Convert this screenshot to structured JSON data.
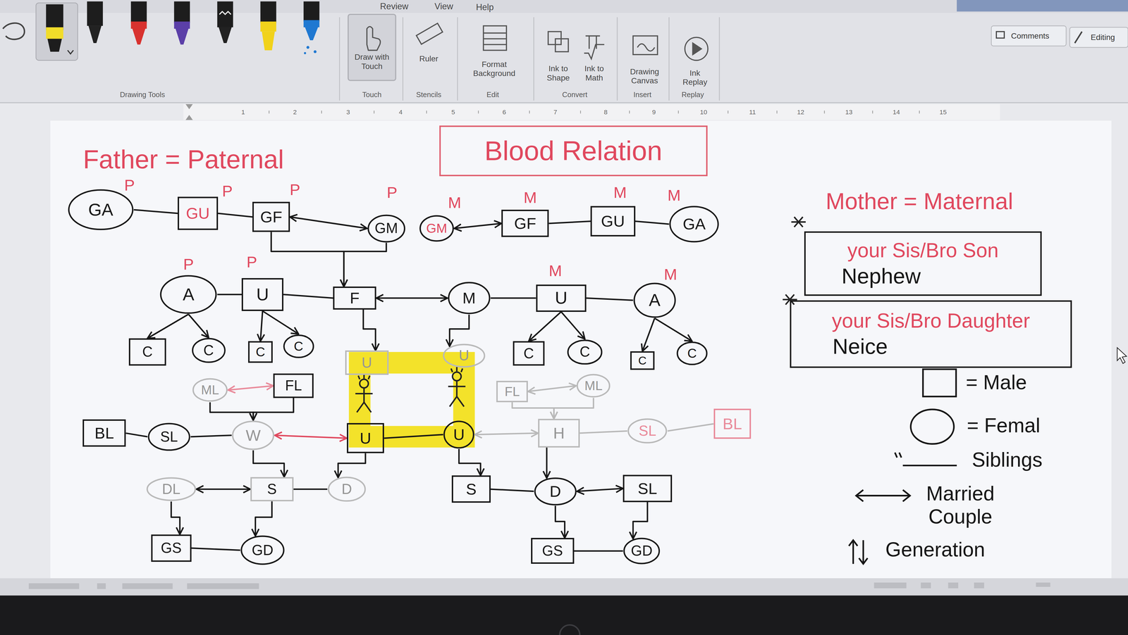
{
  "diagram": {
    "title": "Blood Relation",
    "nodes": [
      {
        "text": [
          "GA"
        ]
      },
      {
        "text": [
          "GU"
        ]
      },
      {
        "text": [
          "GF"
        ]
      },
      {
        "text": [
          "GM"
        ]
      },
      {
        "text": [
          "GM"
        ]
      },
      {
        "text": [
          "GF"
        ]
      },
      {
        "text": [
          "GU"
        ]
      },
      {
        "text": [
          "GA"
        ]
      },
      {
        "text": [
          "A"
        ]
      },
      {
        "text": [
          "U"
        ]
      },
      {
        "text": [
          "F"
        ]
      },
      {
        "text": [
          "M"
        ]
      },
      {
        "text": [
          "U"
        ]
      },
      {
        "text": [
          "A"
        ]
      },
      {
        "text": [
          "C"
        ]
      },
      {
        "text": [
          "C"
        ]
      },
      {
        "text": [
          "C"
        ]
      },
      {
        "text": [
          "C"
        ]
      },
      {
        "text": [
          "C"
        ]
      },
      {
        "text": [
          "C"
        ]
      },
      {
        "text": [
          "C"
        ]
      },
      {
        "text": [
          "C"
        ]
      },
      {
        "text": [
          "U"
        ]
      },
      {
        "text": [
          "U"
        ]
      },
      {
        "text": [
          "ML"
        ]
      },
      {
        "text": [
          "FL"
        ]
      },
      {
        "text": [
          "BL"
        ]
      },
      {
        "text": [
          "SL"
        ]
      },
      {
        "text": [
          "W"
        ]
      },
      {
        "text": [
          "U"
        ]
      },
      {
        "text": [
          "U"
        ]
      },
      {
        "text": [
          "FL"
        ]
      },
      {
        "text": [
          "ML"
        ]
      },
      {
        "text": [
          "H"
        ]
      },
      {
        "text": [
          "SL"
        ]
      },
      {
        "text": [
          "BL"
        ]
      },
      {
        "text": [
          "DL"
        ]
      },
      {
        "text": [
          "S"
        ]
      },
      {
        "text": [
          "D"
        ]
      },
      {
        "text": [
          "S"
        ]
      },
      {
        "text": [
          "D"
        ]
      },
      {
        "text": [
          "SL"
        ]
      },
      {
        "text": [
          "GS"
        ]
      },
      {
        "text": [
          "GD"
        ]
      },
      {
        "text": [
          "GS"
        ]
      },
      {
        "text": [
          "GD"
        ]
      },
      {
        "text": [
          "your Sis/Bro Son",
          "Nephew"
        ]
      },
      {
        "text": [
          "your Sis/Bro Daughter",
          "Neice"
        ]
      }
    ],
    "edges": [
      {
        "from": 0,
        "to": 1,
        "arrow": "none"
      },
      {
        "from": 1,
        "to": 2,
        "arrow": "none"
      },
      {
        "from": 2,
        "to": 3,
        "arrow": "both"
      },
      {
        "from": 4,
        "to": 5,
        "arrow": "both"
      },
      {
        "from": 5,
        "to": 6,
        "arrow": "none"
      },
      {
        "from": 6,
        "to": 7,
        "arrow": "none"
      },
      {
        "from": 2,
        "to": 10,
        "arrow": "to"
      },
      {
        "from": 3,
        "to": 10,
        "arrow": "to"
      },
      {
        "from": 8,
        "to": 9,
        "arrow": "none"
      },
      {
        "from": 9,
        "to": 10,
        "arrow": "none"
      },
      {
        "from": 10,
        "to": 11,
        "arrow": "both"
      },
      {
        "from": 11,
        "to": 12,
        "arrow": "none"
      },
      {
        "from": 12,
        "to": 13,
        "arrow": "none"
      },
      {
        "from": 8,
        "to": 14,
        "arrow": "to"
      },
      {
        "from": 8,
        "to": 15,
        "arrow": "to"
      },
      {
        "from": 9,
        "to": 16,
        "arrow": "to"
      },
      {
        "from": 9,
        "to": 17,
        "arrow": "to"
      },
      {
        "from": 12,
        "to": 18,
        "arrow": "to"
      },
      {
        "from": 12,
        "to": 19,
        "arrow": "to"
      },
      {
        "from": 13,
        "to": 20,
        "arrow": "to"
      },
      {
        "from": 13,
        "to": 21,
        "arrow": "to"
      },
      {
        "from": 10,
        "to": 22,
        "arrow": "to"
      },
      {
        "from": 11,
        "to": 23,
        "arrow": "to"
      },
      {
        "from": 24,
        "to": 25,
        "arrow": "both"
      },
      {
        "from": 24,
        "to": 28,
        "arrow": "to"
      },
      {
        "from": 25,
        "to": 28,
        "arrow": "to"
      },
      {
        "from": 26,
        "to": 27,
        "arrow": "none"
      },
      {
        "from": 27,
        "to": 28,
        "arrow": "none"
      },
      {
        "from": 28,
        "to": 29,
        "arrow": "both"
      },
      {
        "from": 29,
        "to": 30,
        "arrow": "none"
      },
      {
        "from": 31,
        "to": 32,
        "arrow": "both"
      },
      {
        "from": 31,
        "to": 33,
        "arrow": "to"
      },
      {
        "from": 32,
        "to": 33,
        "arrow": "to"
      },
      {
        "from": 30,
        "to": 33,
        "arrow": "both"
      },
      {
        "from": 33,
        "to": 34,
        "arrow": "none"
      },
      {
        "from": 34,
        "to": 35,
        "arrow": "none"
      },
      {
        "from": 28,
        "to": 37,
        "arrow": "to"
      },
      {
        "from": 29,
        "to": 38,
        "arrow": "to"
      },
      {
        "from": 37,
        "to": 38,
        "arrow": "none"
      },
      {
        "from": 36,
        "to": 37,
        "arrow": "both"
      },
      {
        "from": 30,
        "to": 39,
        "arrow": "to"
      },
      {
        "from": 33,
        "to": 40,
        "arrow": "to"
      },
      {
        "from": 39,
        "to": 40,
        "arrow": "none"
      },
      {
        "from": 40,
        "to": 41,
        "arrow": "both"
      },
      {
        "from": 36,
        "to": 42,
        "arrow": "to"
      },
      {
        "from": 37,
        "to": 43,
        "arrow": "to"
      },
      {
        "from": 42,
        "to": 43,
        "arrow": "none"
      },
      {
        "from": 40,
        "to": 44,
        "arrow": "to"
      },
      {
        "from": 41,
        "to": 45,
        "arrow": "to"
      },
      {
        "from": 44,
        "to": 45,
        "arrow": "none"
      }
    ],
    "labels": [
      "Review",
      "View",
      "Help",
      "Draw with Touch",
      "Ruler",
      "Format Background",
      "Ink to Shape",
      "Ink to Math",
      "Drawing Canvas",
      "Ink Replay",
      "Drawing Tools",
      "Touch",
      "Stencils",
      "Edit",
      "Convert",
      "Insert",
      "Replay",
      "Comments",
      "Editing",
      "1",
      "2",
      "3",
      "4",
      "5",
      "6",
      "7",
      "8",
      "9",
      "10",
      "11",
      "12",
      "13",
      "14",
      "15",
      "Father = Paternal",
      "Mother = Maternal",
      "P",
      "P",
      "P",
      "P",
      "M",
      "M",
      "M",
      "M",
      "P",
      "P",
      "M",
      "M"
    ],
    "legend": [
      {
        "text": "= Male"
      },
      {
        "text": "= Femal"
      },
      {
        "text": "Siblings"
      },
      {
        "text": "Married Couple"
      },
      {
        "text": "Generation"
      }
    ]
  }
}
